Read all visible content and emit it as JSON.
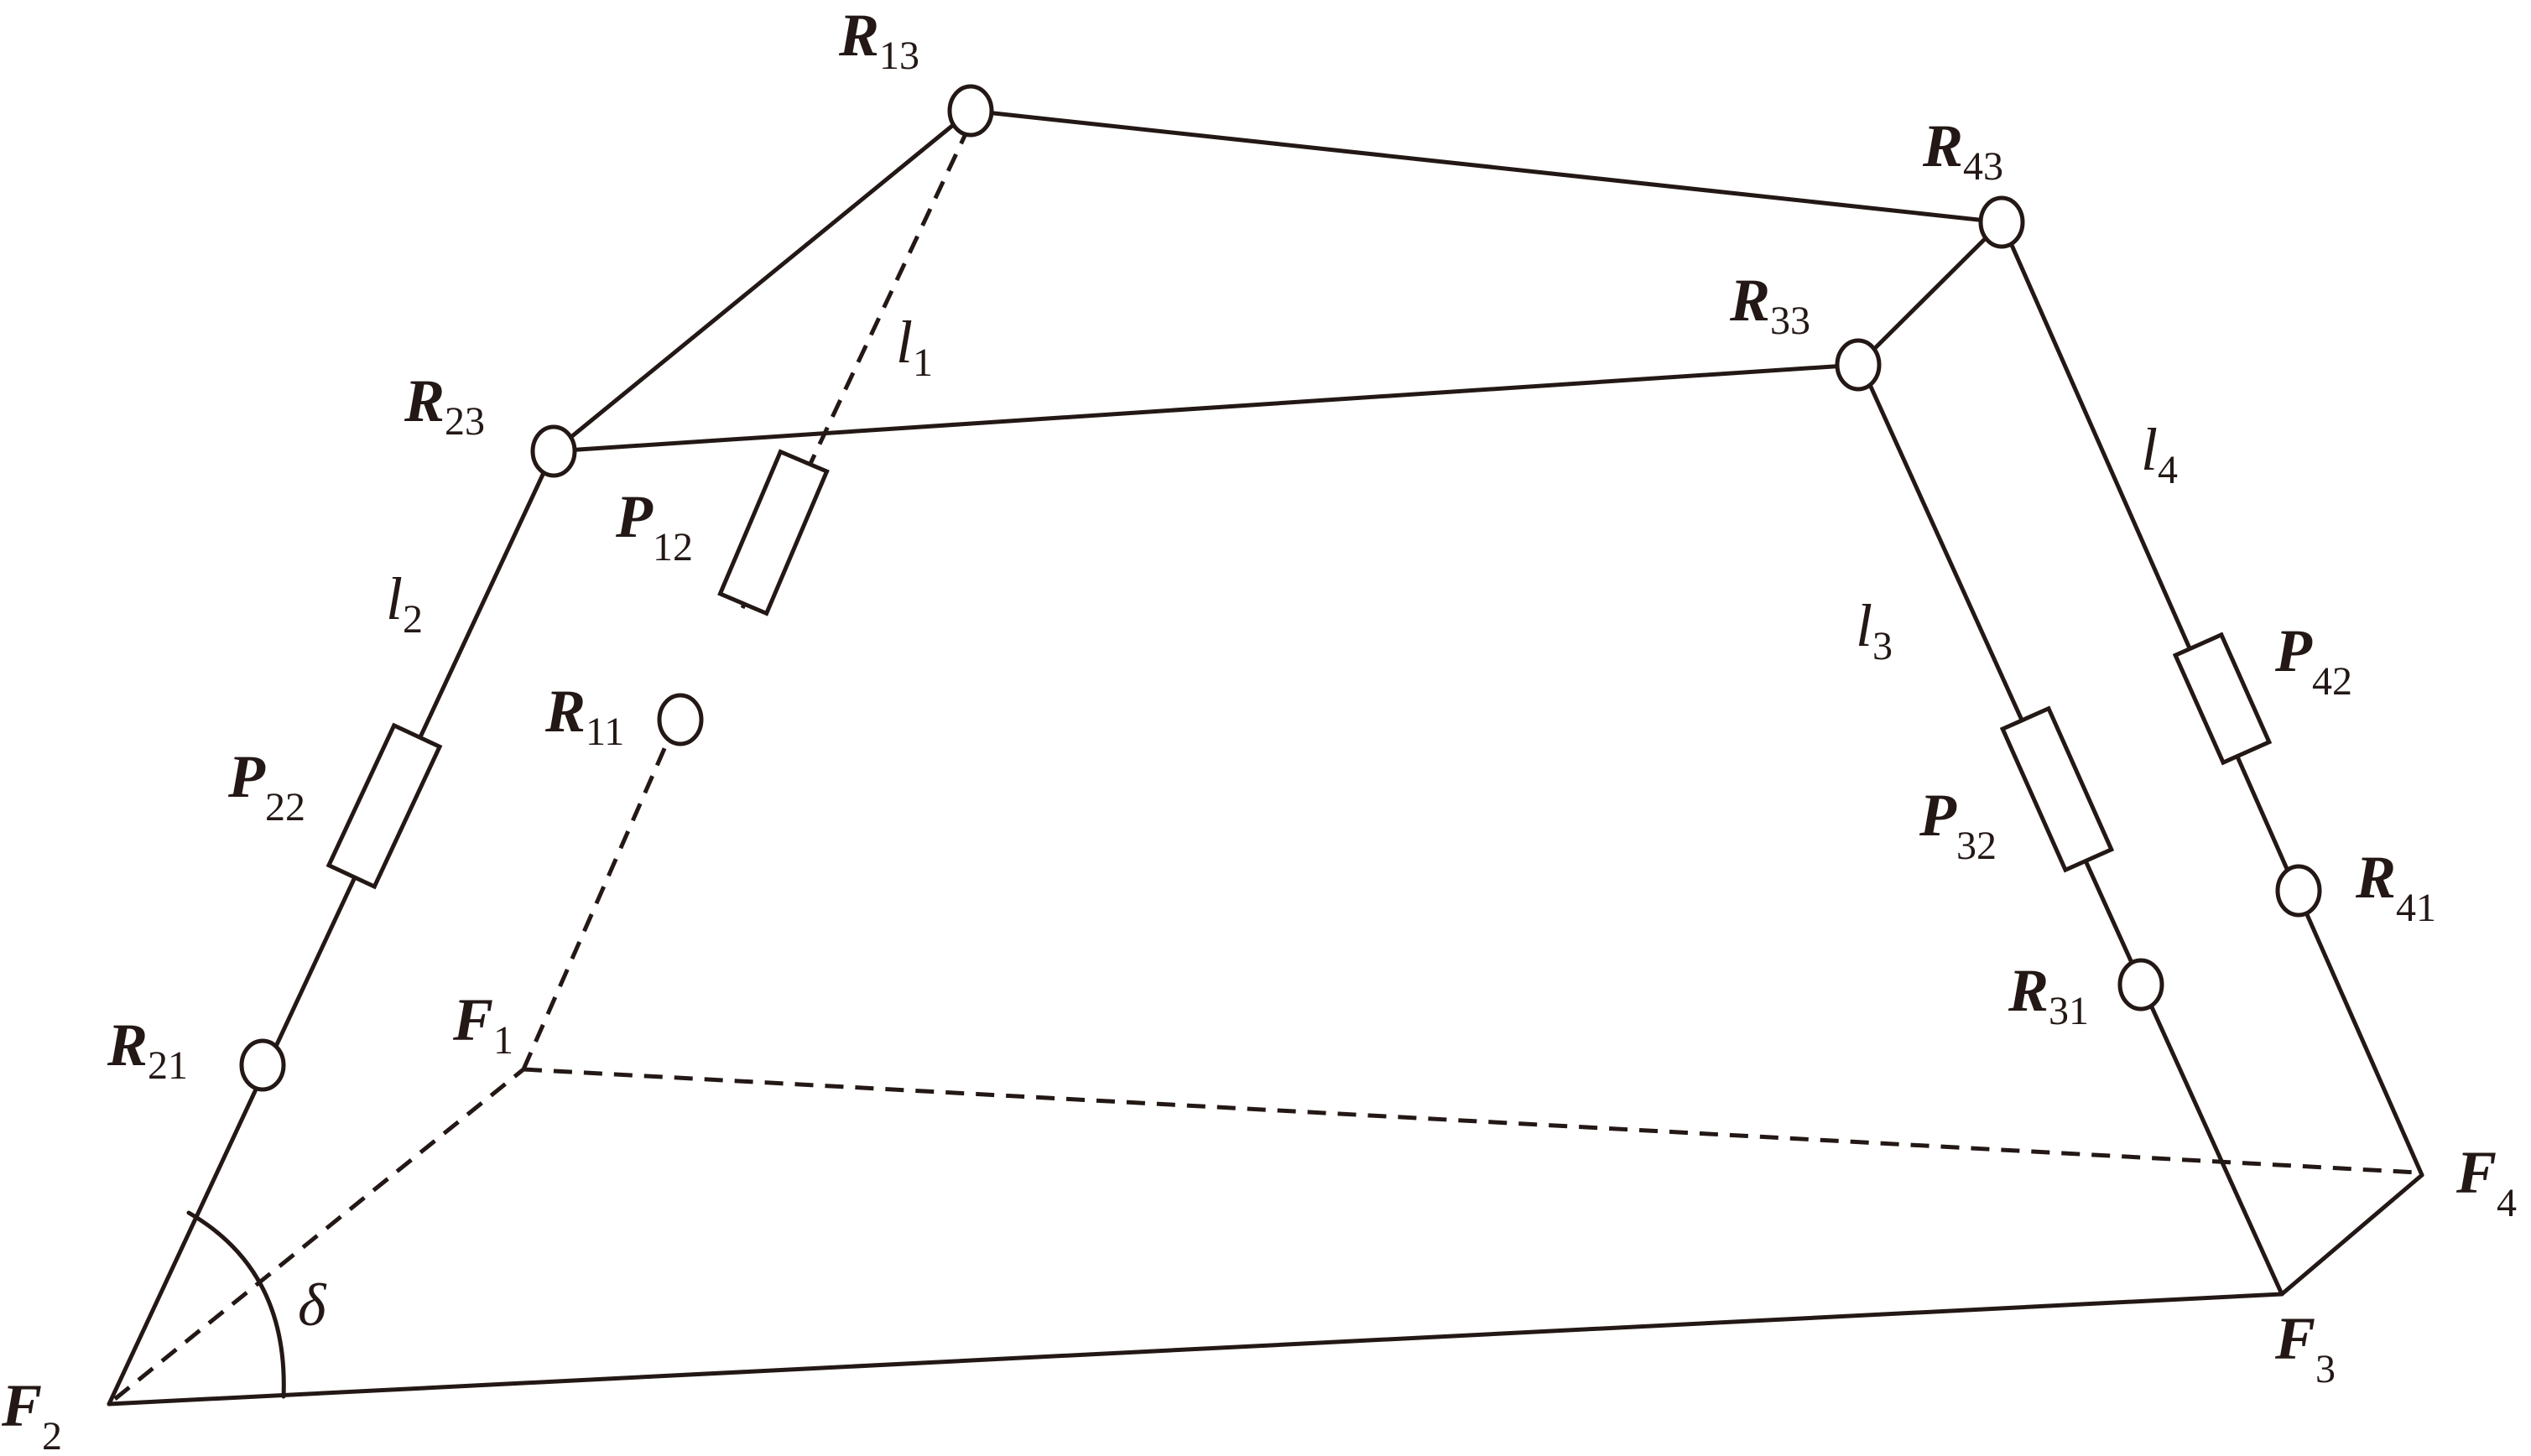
{
  "labels": {
    "R13": {
      "main": "R",
      "sub": "13"
    },
    "R43": {
      "main": "R",
      "sub": "43"
    },
    "R33": {
      "main": "R",
      "sub": "33"
    },
    "R23": {
      "main": "R",
      "sub": "23"
    },
    "P12": {
      "main": "P",
      "sub": "12"
    },
    "R11": {
      "main": "R",
      "sub": "11"
    },
    "P22": {
      "main": "P",
      "sub": "22"
    },
    "R21": {
      "main": "R",
      "sub": "21"
    },
    "F1": {
      "main": "F",
      "sub": "1"
    },
    "F2": {
      "main": "F",
      "sub": "2"
    },
    "F3": {
      "main": "F",
      "sub": "3"
    },
    "F4": {
      "main": "F",
      "sub": "4"
    },
    "P32": {
      "main": "P",
      "sub": "32"
    },
    "R31": {
      "main": "R",
      "sub": "31"
    },
    "P42": {
      "main": "P",
      "sub": "42"
    },
    "R41": {
      "main": "R",
      "sub": "41"
    },
    "l1": {
      "main": "l",
      "sub": "1"
    },
    "l2": {
      "main": "l",
      "sub": "2"
    },
    "l3": {
      "main": "l",
      "sub": "3"
    },
    "l4": {
      "main": "l",
      "sub": "4"
    },
    "delta": "δ"
  },
  "colors": {
    "stroke": "#231815",
    "background": "#ffffff"
  }
}
